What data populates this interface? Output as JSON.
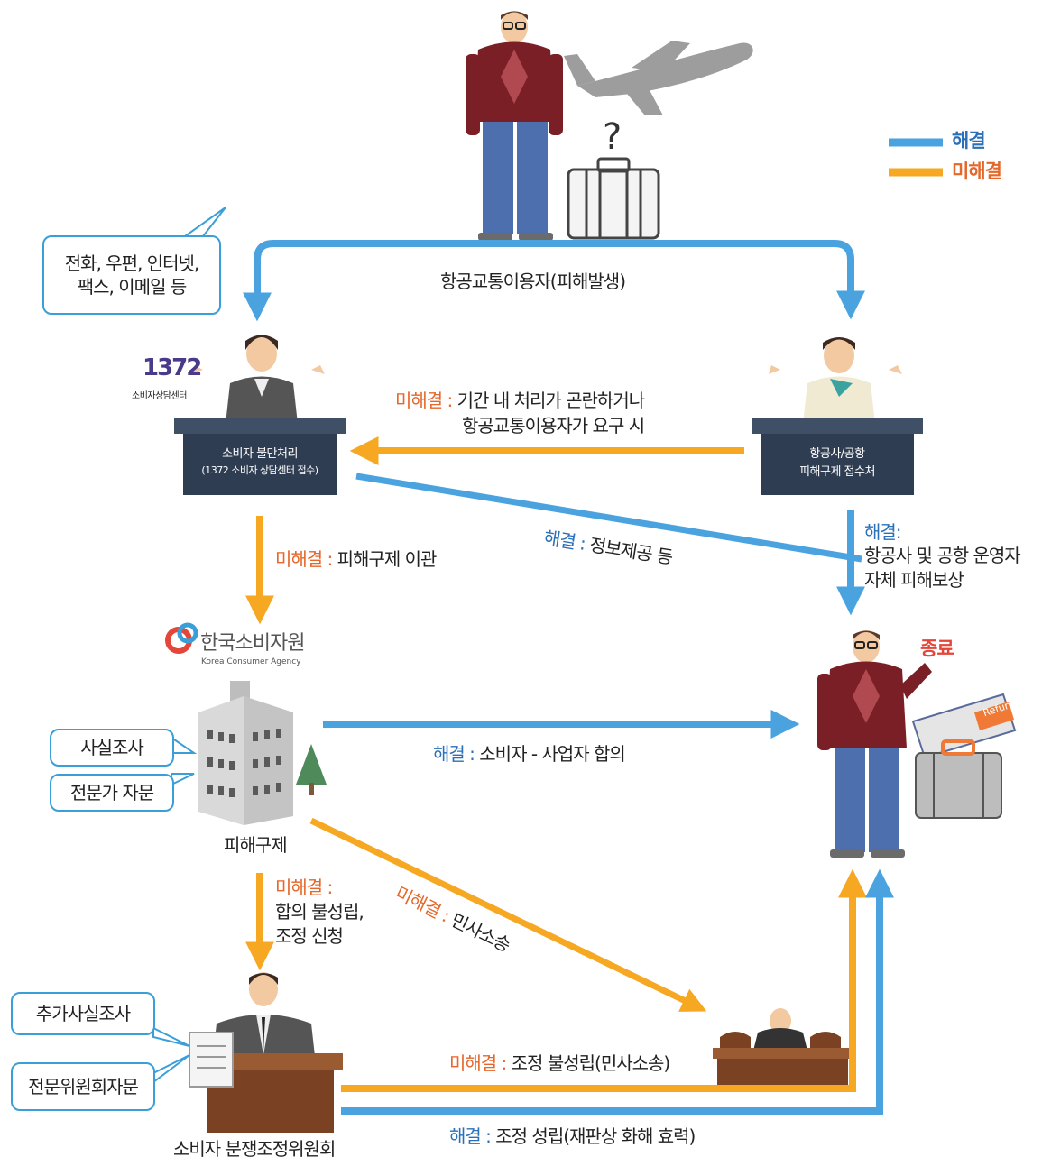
{
  "legend": {
    "resolved": "해결",
    "unresolved": "미해결",
    "resolved_color": "#4aa3df",
    "unresolved_color": "#f7a823"
  },
  "top": {
    "user_label": "항공교통이용자(피해발생)",
    "question_mark": "?"
  },
  "speech_bubble": {
    "line1": "전화, 우편, 인터넷,",
    "line2": "팩스, 이메일 등"
  },
  "center_1372": {
    "logo_number": "1372",
    "logo_sub": "소비자상담센터",
    "desk_line1": "소비자 불만처리",
    "desk_line2": "(1372 소비자 상담센터 접수)"
  },
  "airline_desk": {
    "line1": "항공사/공항",
    "line2": "피해구제 접수처"
  },
  "arrows": {
    "transfer_prefix": "미해결 :",
    "transfer_line1": "기간 내 처리가 곤란하거나",
    "transfer_line2": "항공교통이용자가 요구 시",
    "info_prefix": "해결 :",
    "info_text": "정보제공 등",
    "airline_prefix": "해결:",
    "airline_line1": "항공사 및 공항 운영자",
    "airline_line2": "자체 피해보상",
    "relief_prefix": "미해결 :",
    "relief_text": "피해구제 이관",
    "agree_prefix": "해결 :",
    "agree_text": "소비자 - 사업자 합의",
    "mediation_prefix": "미해결 :",
    "mediation_line1": "합의 불성립,",
    "mediation_line2": "조정 신청",
    "lawsuit_prefix": "미해결 :",
    "lawsuit_text": "민사소송",
    "fail_prefix": "미해결 :",
    "fail_text": "조정 불성립(민사소송)",
    "success_prefix": "해결 :",
    "success_text": "조정 성립(재판상 화해 효력)"
  },
  "kca": {
    "name_ko": "한국소비자원",
    "name_en": "Korea Consumer Agency",
    "building_label": "피해구제"
  },
  "kca_bubbles": {
    "b1": "사실조사",
    "b2": "전문가 자문"
  },
  "committee": {
    "label": "소비자 분쟁조정위원회",
    "b1": "추가사실조사",
    "b2": "전문위원회자문"
  },
  "end": {
    "label": "종료",
    "refund": "Refund"
  }
}
